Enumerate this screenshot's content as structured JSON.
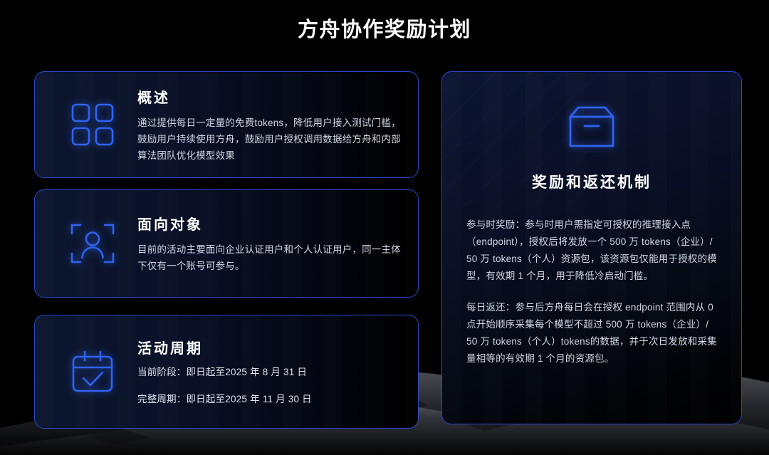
{
  "page": {
    "title": "方舟协作奖励计划",
    "accent_color": "#2947c9",
    "icon_color": "#2f63f0",
    "background_color": "#000000",
    "title_color": "#ffffff",
    "body_text_color": "#cfd6e4"
  },
  "left_cards": [
    {
      "id": "overview",
      "icon": "grid-four-squares-icon",
      "title": "概述",
      "body": "通过提供每日一定量的免费tokens，降低用户接入测试门槛，鼓励用户持续使用方舟，鼓励用户授权调用数据给方舟和内部算法团队优化模型效果"
    },
    {
      "id": "audience",
      "icon": "user-scan-frame-icon",
      "title": "面向对象",
      "body": "目前的活动主要面向企业认证用户和个人认证用户，同一主体下仅有一个账号可参与。"
    },
    {
      "id": "period",
      "icon": "calendar-check-icon",
      "title": "活动周期",
      "lines": [
        "当前阶段：即日起至2025 年 8 月 31 日",
        "完整周期：即日起至2025 年 11 月 30 日"
      ]
    }
  ],
  "right_panel": {
    "id": "reward",
    "icon": "package-box-icon",
    "title": "奖励和返还机制",
    "paragraphs": [
      "参与时奖励：参与时用户需指定可授权的推理接入点（endpoint），授权后将发放一个 500 万 tokens（企业）/ 50 万 tokens（个人）资源包，该资源包仅能用于授权的模型，有效期 1 个月，用于降低冷启动门槛。",
      "每日返还：参与后方舟每日会在授权 endpoint 范围内从 0 点开始顺序采集每个模型不超过 500 万 tokens（企业）/ 50 万 tokens（个人）tokens的数据，并于次日发放和采集量相等的有效期 1 个月的资源包。"
    ]
  }
}
